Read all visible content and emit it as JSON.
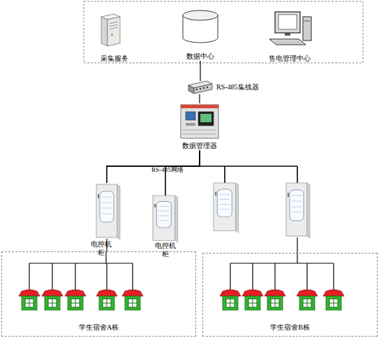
{
  "diagram": {
    "nodes": [
      {
        "text": [
          "采集服务"
        ]
      },
      {
        "text": [
          "数据中心"
        ]
      },
      {
        "text": [
          "售电管理中心"
        ]
      },
      {
        "text": [
          "RS-485集线器"
        ]
      },
      {
        "text": [
          "数据管理器"
        ]
      },
      {
        "text": [
          "电控机柜"
        ]
      },
      {
        "text": [
          "电控机柜"
        ]
      },
      {
        "text": [
          "学生宿舍A栋"
        ]
      },
      {
        "text": [
          "学生宿舍B栋"
        ]
      }
    ],
    "edges": [
      {
        "from": 1,
        "to": 3,
        "arrow": "none"
      },
      {
        "from": 3,
        "to": 4,
        "arrow": "none"
      },
      {
        "from": 4,
        "to": 5,
        "arrow": "none"
      },
      {
        "from": 4,
        "to": 6,
        "arrow": "none"
      },
      {
        "from": 5,
        "to": 7,
        "arrow": "none"
      }
    ],
    "labels": [
      "RS-485网络"
    ]
  }
}
